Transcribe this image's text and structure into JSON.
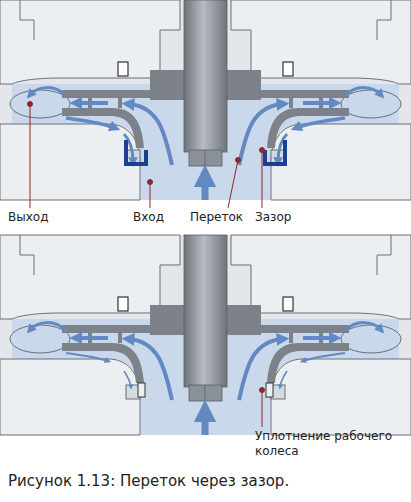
{
  "diagram": {
    "caption": "Рисунок 1.13: Переток через зазор.",
    "labels": [
      "Выход",
      "Вход",
      "Переток",
      "Зазор",
      "Уплотнение рабочего колеса"
    ]
  }
}
